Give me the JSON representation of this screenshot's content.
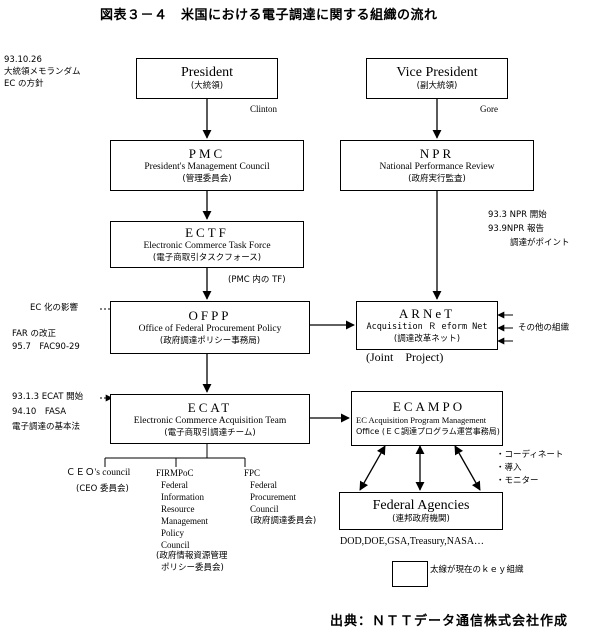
{
  "title": "図表３－４　米国における電子調達に関する組織の流れ",
  "source": "出典：ＮＴＴデータ通信株式会社作成",
  "boxes": {
    "president": {
      "title": "President",
      "sub": "(大統領)"
    },
    "vice_president": {
      "title": "Vice President",
      "sub": "(副大統領)"
    },
    "pmc": {
      "title": "PMC",
      "sub": "President's Management Council",
      "jp": "(管理委員会)"
    },
    "npr": {
      "title": "NPR",
      "sub": "National Performance Review",
      "jp": "(政府実行監査)"
    },
    "ectf": {
      "title": "ECTF",
      "sub": "Electronic Commerce Task Force",
      "jp": "(電子商取引タスクフォース)"
    },
    "ofpp": {
      "title": "OFPP",
      "sub": "Office of Federal Procurement Policy",
      "jp": "(政府調達ポリシー事務局)"
    },
    "arnet": {
      "title": "ARNeT",
      "sub": "Acquisition Ｒ eform Net",
      "jp": "(調達改革ネット)"
    },
    "ecat": {
      "title": "ECAT",
      "sub": "Electronic Commerce Acquisition Team",
      "jp": "(電子商取引調達チーム)"
    },
    "ecampo": {
      "title": "ECAMPO",
      "sub": "EC Acquisition Program Management",
      "jp": "Office (ＥＣ調達プログラム運営事務局)"
    },
    "federal_agencies": {
      "title": "Federal Agencies",
      "jp": "(連邦政府機関)"
    }
  },
  "labels": {
    "memo_date": "93.10.26",
    "memo_line1": "大統領メモランダム",
    "memo_line2": "EC の方針",
    "clinton": "Clinton",
    "gore": "Gore",
    "npr_note1": "93.3 NPR 開始",
    "npr_note2": "93.9NPR 報告",
    "npr_note3": "調達がポイント",
    "pmc_tf": "(PMC 内の TF)",
    "ec_effect": "EC 化の影響",
    "far1": "FAR の改正",
    "far2": "95.7　FAC90-29",
    "other_orgs": "その他の組織",
    "joint_project": "(Joint　Project)",
    "ecat_start": "93.1.3 ECAT 開始",
    "fasa": "94.10　FASA",
    "basic_law": "電子調達の基本法",
    "ceo_council": "ＣＥＯ's council",
    "ceo_jp": "(CEO 委員会)",
    "firmpoc": [
      "FIRMPoC",
      "Federal",
      "Information",
      "Resource",
      "Management",
      "Policy",
      "Council",
      "(政府情報資源管理",
      "ポリシー委員会)"
    ],
    "fpc": [
      "FPC",
      "Federal",
      "Procurement",
      "Council",
      "(政府調達委員会)"
    ],
    "roles": [
      "・コーディネート",
      "・導入",
      "・モニター"
    ],
    "agency_list": "DOD,DOE,GSA,Treasury,NASA…",
    "legend": "太線が現在のｋｅｙ組織"
  }
}
